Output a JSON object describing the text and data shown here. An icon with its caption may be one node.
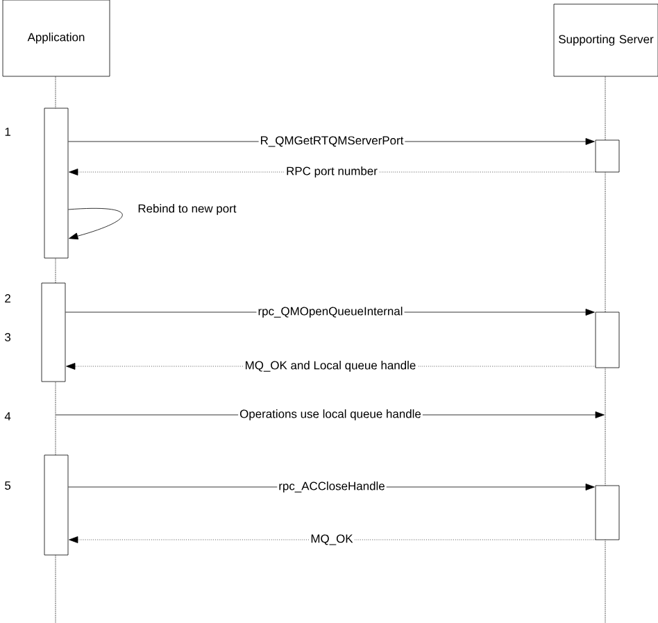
{
  "diagram": {
    "nodes": [
      {
        "text": [
          "Application"
        ]
      },
      {
        "text": [
          "Supporting Server"
        ]
      },
      {
        "text": [],
        "shape": "line"
      },
      {
        "text": [],
        "shape": "line"
      },
      {
        "text": [],
        "shape": "bar"
      },
      {
        "text": [],
        "shape": "bar"
      },
      {
        "text": [],
        "shape": "bar"
      },
      {
        "text": [],
        "shape": "bar"
      },
      {
        "text": [],
        "shape": "bar"
      },
      {
        "text": [],
        "shape": "bar"
      }
    ],
    "edges": [
      {
        "from": 4,
        "to": 5,
        "arrow": "to",
        "label": "R_QMGetRTQMServerPort"
      },
      {
        "from": 5,
        "to": 4,
        "arrow": "to",
        "label": "RPC port number",
        "style": "dashed"
      },
      {
        "from": 4,
        "to": 4,
        "arrow": "to",
        "label": "Rebind to new port"
      },
      {
        "from": 6,
        "to": 7,
        "arrow": "to",
        "label": "rpc_QMOpenQueueInternal"
      },
      {
        "from": 7,
        "to": 6,
        "arrow": "to",
        "label": "MQ_OK and Local queue handle",
        "style": "dashed"
      },
      {
        "from": 2,
        "to": 3,
        "arrow": "to",
        "label": "Operations use local queue handle"
      },
      {
        "from": 8,
        "to": 9,
        "arrow": "to",
        "label": "rpc_ACCloseHandle"
      },
      {
        "from": 9,
        "to": 8,
        "arrow": "to",
        "label": "MQ_OK",
        "style": "dashed"
      }
    ],
    "labels": [
      "1",
      "2",
      "3",
      "4",
      "5"
    ]
  }
}
